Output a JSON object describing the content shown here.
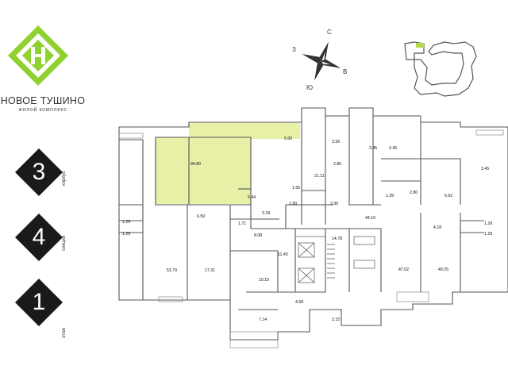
{
  "brand": {
    "title": "НОВОЕ ТУШИНО",
    "subtitle": "жилой комплекс",
    "accent_color": "#8fd12e",
    "highlight_color": "#e8f0a8"
  },
  "badges": [
    {
      "number": "3",
      "caption": "корпус"
    },
    {
      "number": "4",
      "caption": "секция"
    },
    {
      "number": "1",
      "caption": "этаж"
    }
  ],
  "compass": {
    "north": "С",
    "south": "Ю",
    "west": "З",
    "east": "В"
  },
  "rooms": {
    "highlight_main": "84.80",
    "highlight_a": "5.00",
    "highlight_b": "5.44",
    "highlight_c": "1.65",
    "highlight_d": "1.90",
    "r_21_11": "21.11",
    "r_3_56": "3.56",
    "r_2_80": "2.80",
    "r_3_95": "3.95",
    "r_3_45a": "3.45",
    "r_3_45b": "3.45",
    "r_3_45c": "3.45",
    "r_1_39": "1.39",
    "r_2_80b": "2.80",
    "r_6_62": "6.62",
    "r_44_10": "44.10",
    "r_4_18": "4.18",
    "r_1_29a": "1.29",
    "r_1_29b": "1.29",
    "r_1_29c": "1.29",
    "r_1_29d": "1.29",
    "r_6_59": "6.59",
    "r_1_71": "1.71",
    "r_3_18": "3.18",
    "r_8_08": "8.08",
    "r_14_78": "14.78",
    "r_53_79": "53.79",
    "r_17_31": "17.31",
    "r_11_40": "11.40",
    "r_10_19": "10.19",
    "r_47_02": "47.02",
    "r_49_25": "49.25",
    "r_4_68": "4.68",
    "r_7_14": "7.14",
    "r_3_15": "3.15"
  }
}
